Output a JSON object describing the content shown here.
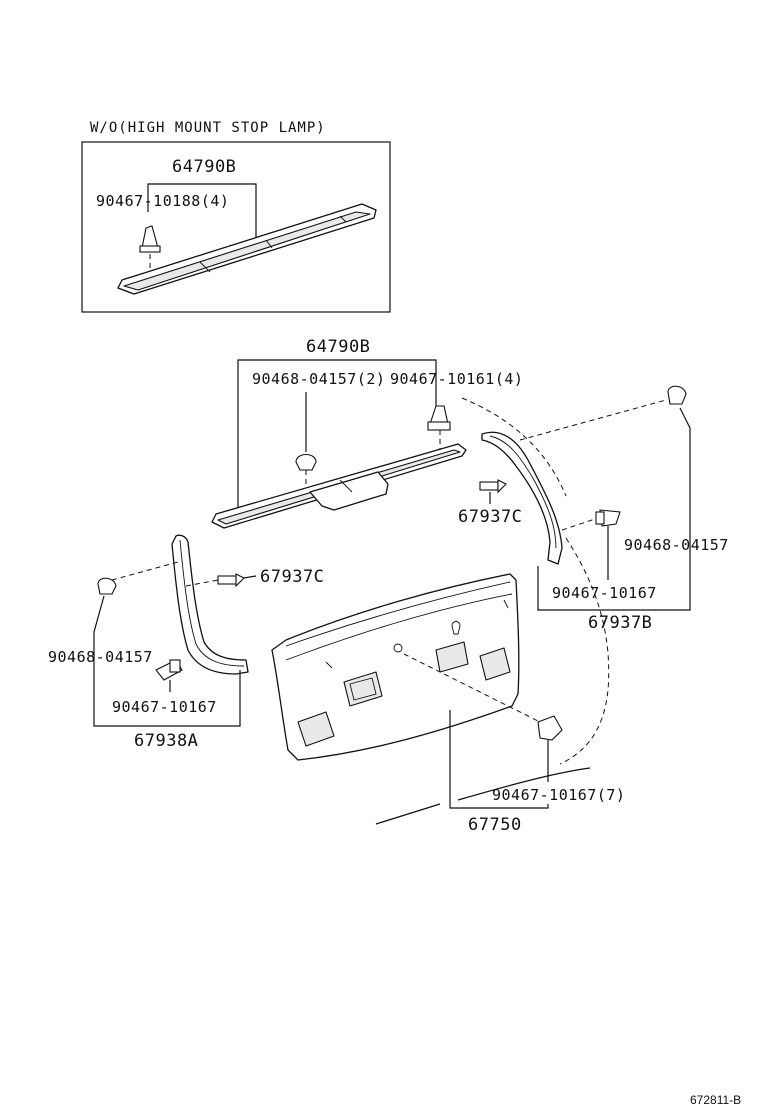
{
  "diagram": {
    "inset_caption": "W/O(HIGH MOUNT STOP LAMP)",
    "document_id": "672811-B",
    "labels": {
      "inset_garnish": "64790B",
      "inset_clip": "90467-10188(4)",
      "garnish": "64790B",
      "garnish_clip_a": "90468-04157(2)",
      "garnish_clip_b": "90467-10161(4)",
      "right_pin": "67937C",
      "left_pin": "67937C",
      "right_clip_a": "90468-04157",
      "right_clip_b": "90467-10167",
      "right_trim": "67937B",
      "left_clip_a": "90468-04157",
      "left_clip_b": "90467-10167",
      "left_trim": "67938A",
      "board_clip": "90467-10167(7)",
      "board": "67750"
    }
  }
}
